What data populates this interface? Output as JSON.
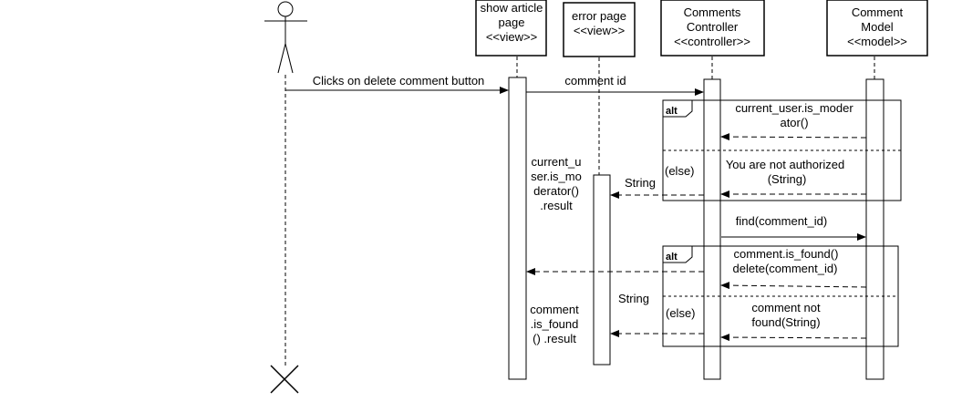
{
  "participants": {
    "actor": "",
    "article_view": [
      "show article",
      "page",
      "<<view>>"
    ],
    "error_view": [
      "error page",
      "<<view>>"
    ],
    "controller": [
      "Comments",
      "Controller",
      "<<controller>>"
    ],
    "model": [
      "Comment",
      "Model",
      "<<model>>"
    ]
  },
  "messages": {
    "click_delete": "Clicks on delete comment button",
    "comment_id": "comment id",
    "is_moderator": [
      "current_user.is_moder",
      "ator()"
    ],
    "not_authorized": [
      "You are not authorized",
      "(String)"
    ],
    "string_1": "String",
    "moderator_result": [
      "current_u",
      "ser.is_mo",
      "derator()",
      ".result"
    ],
    "find": "find(comment_id)",
    "is_found": "comment.is_found()",
    "delete": "delete(comment_id)",
    "string_2": "String",
    "not_found": [
      "comment not",
      "found(String)"
    ],
    "found_result": [
      "comment",
      ".is_found",
      "() .result"
    ]
  },
  "fragments": {
    "alt_1": {
      "operator": "alt",
      "else_label": "(else)"
    },
    "alt_2": {
      "operator": "alt",
      "else_label": "(else)"
    }
  }
}
